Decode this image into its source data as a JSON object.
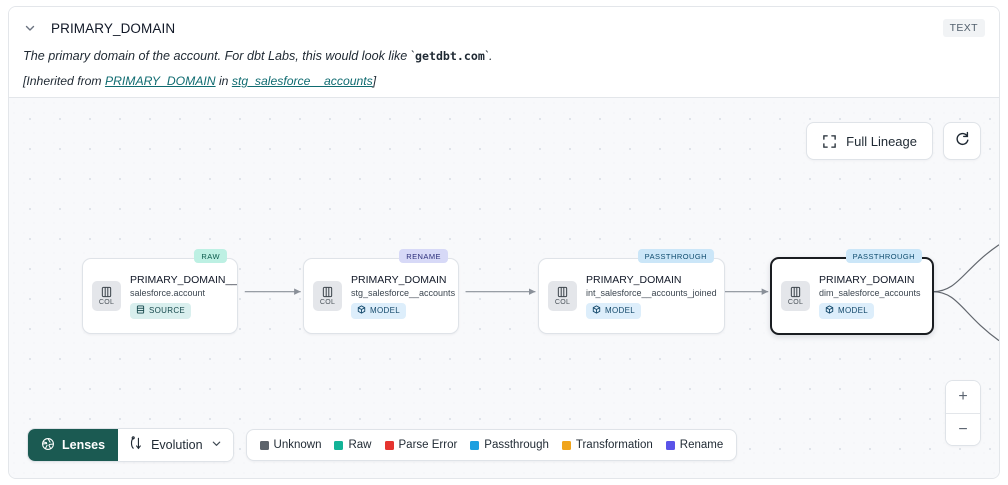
{
  "header": {
    "chevron_icon": "chevron-down-icon",
    "title": "PRIMARY_DOMAIN",
    "type_badge": "TEXT",
    "description_pre": "The primary domain of the account. For dbt Labs, this would look like `",
    "description_code": "getdbt.com",
    "description_post": "`.",
    "inherit_prefix": "[Inherited from ",
    "inherit_link_1": "PRIMARY_DOMAIN",
    "inherit_middle": " in ",
    "inherit_link_2": "stg_salesforce__accounts",
    "inherit_suffix": "]"
  },
  "toolbar": {
    "full_lineage_label": "Full Lineage",
    "full_lineage_icon": "expand-icon",
    "refresh_icon": "refresh-icon"
  },
  "zoom_controls": {
    "zoom_in_label": "+",
    "zoom_out_label": "−"
  },
  "lineage": {
    "nodes": [
      {
        "tag": "RAW",
        "tag_class": "raw",
        "chip_label": "COL",
        "title": "PRIMARY_DOMAIN__C",
        "subtitle": "salesforce.account",
        "kind_label": "SOURCE",
        "kind_class": "source",
        "kind_icon": "database-icon",
        "selected": false
      },
      {
        "tag": "RENAME",
        "tag_class": "rename",
        "chip_label": "COL",
        "title": "PRIMARY_DOMAIN",
        "subtitle": "stg_salesforce__accounts",
        "kind_label": "MODEL",
        "kind_class": "model",
        "kind_icon": "cube-icon",
        "selected": false
      },
      {
        "tag": "PASSTHROUGH",
        "tag_class": "passthrough",
        "chip_label": "COL",
        "title": "PRIMARY_DOMAIN",
        "subtitle": "int_salesforce__accounts_joined",
        "kind_label": "MODEL",
        "kind_class": "model",
        "kind_icon": "cube-icon",
        "selected": false
      },
      {
        "tag": "PASSTHROUGH",
        "tag_class": "passthrough",
        "chip_label": "COL",
        "title": "PRIMARY_DOMAIN",
        "subtitle": "dim_salesforce_accounts",
        "kind_label": "MODEL",
        "kind_class": "model",
        "kind_icon": "cube-icon",
        "selected": true
      }
    ]
  },
  "bottom_bar": {
    "lenses_label": "Lenses",
    "lenses_icon": "aperture-icon",
    "evolution_label": "Evolution",
    "evolution_icon": "branch-icon",
    "evolution_caret_icon": "chevron-down-icon",
    "legend": [
      {
        "label": "Unknown",
        "color": "#5c636b"
      },
      {
        "label": "Raw",
        "color": "#13b397"
      },
      {
        "label": "Parse Error",
        "color": "#e5342f"
      },
      {
        "label": "Passthrough",
        "color": "#1b9fe0"
      },
      {
        "label": "Transformation",
        "color": "#f0a41b"
      },
      {
        "label": "Rename",
        "color": "#5a53e8"
      }
    ]
  },
  "colors": {
    "accent_teal": "#1b5a52",
    "link": "#0f6b70",
    "canvas_bg": "#f8f9fb"
  }
}
